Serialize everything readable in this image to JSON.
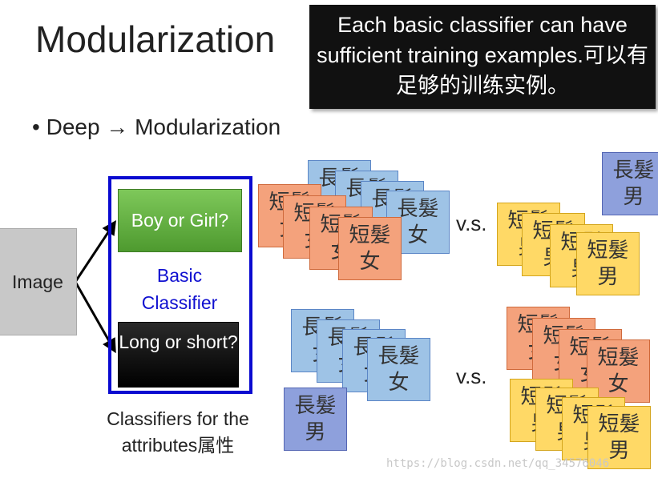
{
  "slide": {
    "title": "Modularization",
    "callout": "Each basic classifier can have sufficient training examples.可以有足够的训练实例。",
    "bullet": "Deep → Modularization"
  },
  "diagram": {
    "image_label": "Image",
    "classifier_boy_girl": "Boy or Girl?",
    "classifier_long_short": "Long or short?",
    "basic_classifier_label": "Basic Classifier",
    "caption": "Classifiers for the attributes属性",
    "vs_top": "v.s.",
    "vs_bottom": "v.s.",
    "cards": {
      "long_female": "長髮 女",
      "short_female": "短髮 女",
      "short_male": "短髮 男",
      "long_male": "長髮 男"
    },
    "colors": {
      "long_female": "#9ec3e6",
      "short_female": "#f4a27c",
      "short_male": "#ffd966",
      "long_male": "#8ea0dc",
      "frame": "#0a0ad0",
      "green_button": "#6ab04c"
    }
  },
  "watermark": "https://blog.csdn.net/qq_34576046"
}
